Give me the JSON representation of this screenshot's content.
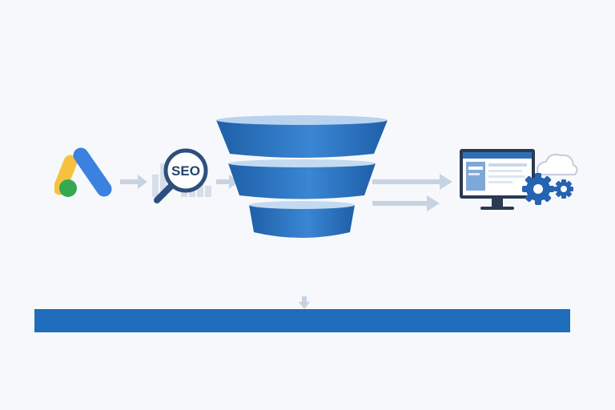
{
  "diagram": {
    "nodes": [
      {
        "id": "ads",
        "icon": "google-ads-logo-icon"
      },
      {
        "id": "seo",
        "icon": "seo-magnifier-icon",
        "label": "SEO"
      },
      {
        "id": "funnel",
        "icon": "sales-funnel-icon"
      },
      {
        "id": "website",
        "icon": "monitor-cloud-gears-icon"
      }
    ],
    "edges": [
      {
        "from": "ads",
        "to": "seo"
      },
      {
        "from": "seo",
        "to": "funnel"
      },
      {
        "from": "funnel",
        "to": "website"
      },
      {
        "from": "funnel",
        "to": "website"
      },
      {
        "from": "funnel",
        "to": "bottom-bar"
      }
    ]
  },
  "colors": {
    "background": "#f6f8fb",
    "funnel_blue": "#2a6fbf",
    "bar_blue": "#1f6dbb",
    "arrow_gray": "#c7d3e2",
    "ads_yellow": "#f6c23e",
    "ads_blue": "#3b82e0",
    "ads_green": "#34a853"
  }
}
